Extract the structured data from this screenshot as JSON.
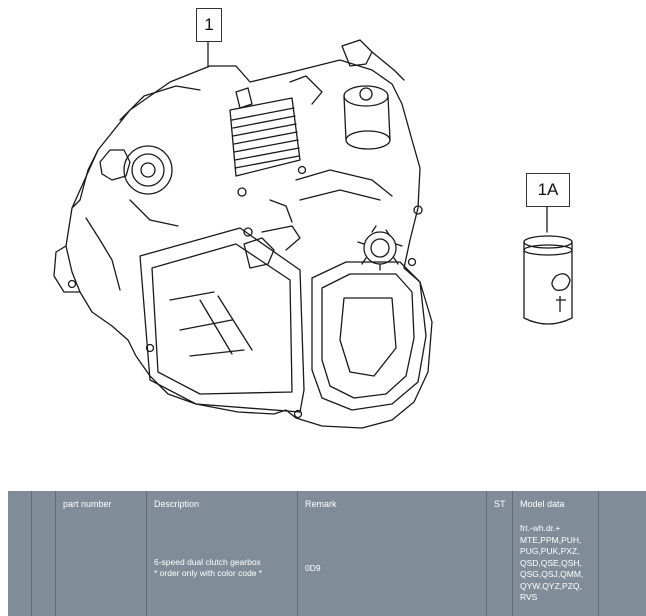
{
  "callouts": {
    "main": "1",
    "secondary": "1A"
  },
  "table": {
    "headers": {
      "part_number": "part number",
      "description": "Description",
      "remark": "Remark",
      "st": "ST",
      "model_data": "Model data"
    },
    "rows": [
      {
        "part_number": "",
        "description_line1": "6-speed dual clutch gearbox",
        "description_line2": "* order only with color code *",
        "remark": "0D9",
        "st": "",
        "model_lines": [
          "frt.-wh.dr.+",
          "MTE,PPM,PUH,",
          "PUG,PUK,PXZ,",
          "QSD,QSE,QSH,",
          "QSG,QSJ,QMM,",
          "QYW,QYZ,PZQ,",
          "RVS"
        ]
      }
    ]
  },
  "colors": {
    "table_bg": "#808d98",
    "line_art": "#1a1a1a"
  }
}
